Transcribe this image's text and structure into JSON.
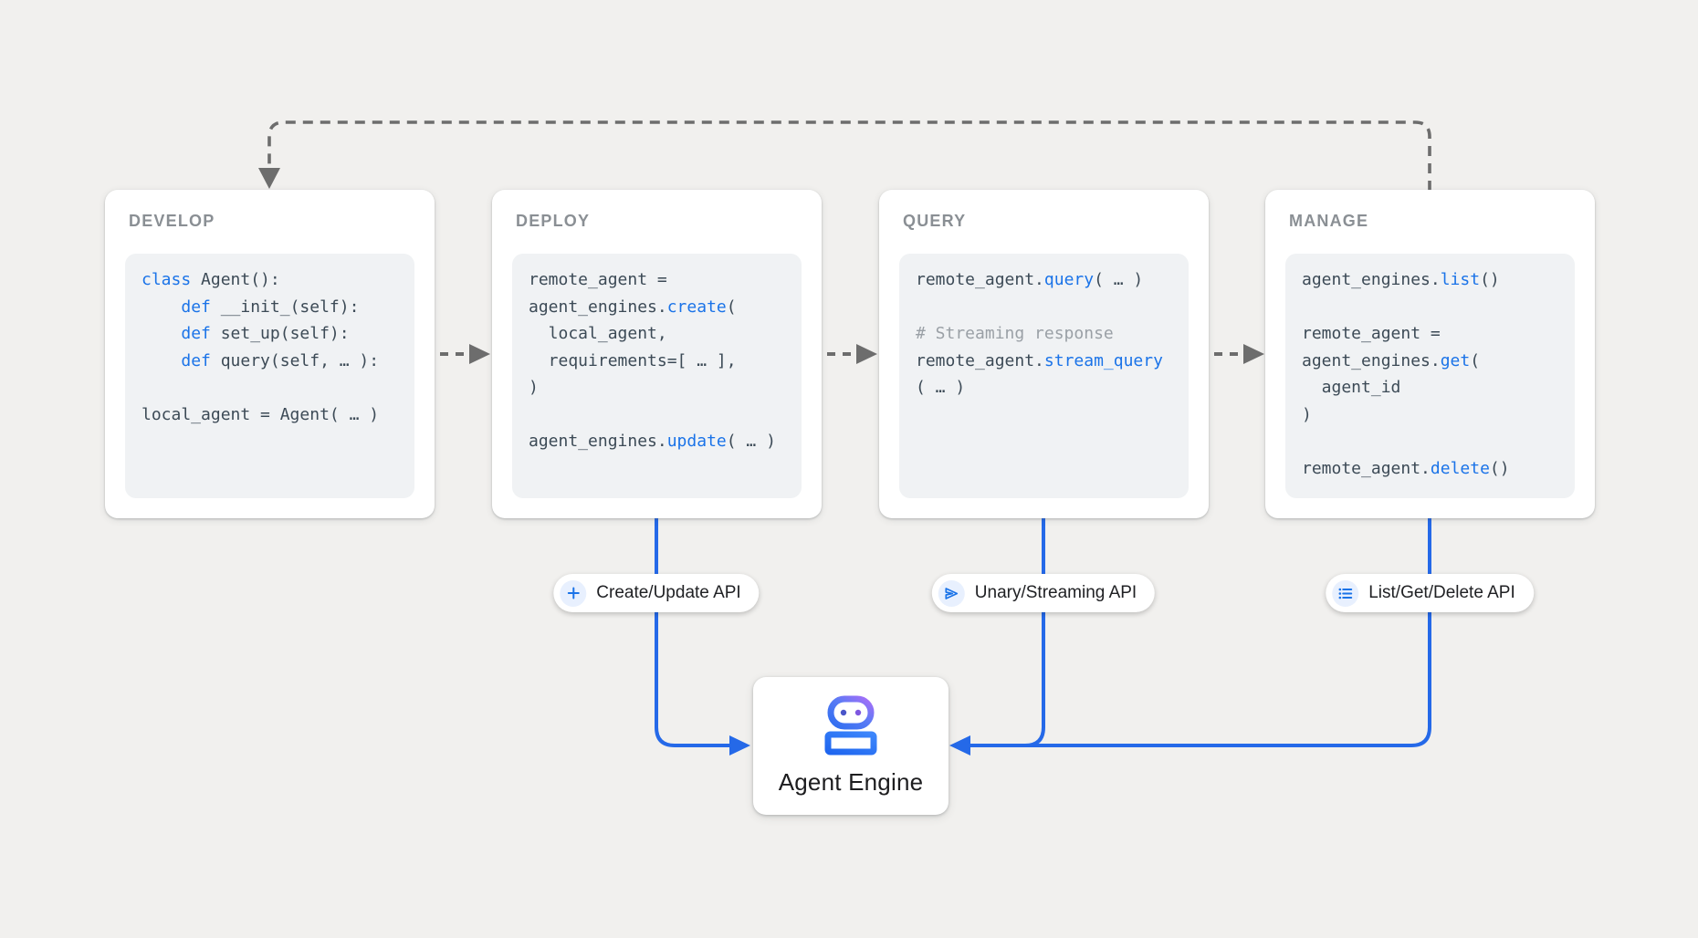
{
  "colors": {
    "background": "#f1f0ee",
    "panel_background": "#ffffff",
    "code_background": "#f0f2f4",
    "code_text": "#3c4a56",
    "keyword_blue": "#1a73e8",
    "comment_gray": "#9aa0a6",
    "panel_title_gray": "#8a8f94",
    "dashed_line_gray": "#6d6d6d",
    "connector_blue": "#2569e8",
    "badge_icon_circle": "#e8f0fe",
    "robot_gradient_start": "#2f6ef0",
    "robot_gradient_end": "#a96ef8"
  },
  "flow": {
    "panels": [
      {
        "id": "develop",
        "title": "DEVELOP",
        "code": [
          [
            {
              "t": "class",
              "k": "kw"
            },
            {
              "t": " Agent():"
            }
          ],
          [
            {
              "t": "    "
            },
            {
              "t": "def",
              "k": "kw"
            },
            {
              "t": " __init_(self):"
            }
          ],
          [
            {
              "t": "    "
            },
            {
              "t": "def",
              "k": "kw"
            },
            {
              "t": " set_up(self):"
            }
          ],
          [
            {
              "t": "    "
            },
            {
              "t": "def",
              "k": "kw"
            },
            {
              "t": " query(self, … ):"
            }
          ],
          [],
          [
            {
              "t": "local_agent = Agent( … )"
            }
          ]
        ]
      },
      {
        "id": "deploy",
        "title": "DEPLOY",
        "code": [
          [
            {
              "t": "remote_agent ="
            }
          ],
          [
            {
              "t": "agent_engines."
            },
            {
              "t": "create",
              "k": "kw"
            },
            {
              "t": "("
            }
          ],
          [
            {
              "t": "  local_agent,"
            }
          ],
          [
            {
              "t": "  requirements=[ … ],"
            }
          ],
          [
            {
              "t": ")"
            }
          ],
          [],
          [
            {
              "t": "agent_engines."
            },
            {
              "t": "update",
              "k": "kw"
            },
            {
              "t": "( … )"
            }
          ]
        ]
      },
      {
        "id": "query",
        "title": "QUERY",
        "code": [
          [
            {
              "t": "remote_agent."
            },
            {
              "t": "query",
              "k": "kw"
            },
            {
              "t": "( … )"
            }
          ],
          [],
          [
            {
              "t": "# Streaming response",
              "k": "comment"
            }
          ],
          [
            {
              "t": "remote_agent."
            },
            {
              "t": "stream_query",
              "k": "kw"
            }
          ],
          [
            {
              "t": "( … )"
            }
          ]
        ]
      },
      {
        "id": "manage",
        "title": "MANAGE",
        "code": [
          [
            {
              "t": "agent_engines."
            },
            {
              "t": "list",
              "k": "kw"
            },
            {
              "t": "()"
            }
          ],
          [],
          [
            {
              "t": "remote_agent ="
            }
          ],
          [
            {
              "t": "agent_engines."
            },
            {
              "t": "get",
              "k": "kw"
            },
            {
              "t": "("
            }
          ],
          [
            {
              "t": "  agent_id"
            }
          ],
          [
            {
              "t": ")"
            }
          ],
          [],
          [
            {
              "t": "remote_agent."
            },
            {
              "t": "delete",
              "k": "kw"
            },
            {
              "t": "()"
            }
          ]
        ]
      }
    ],
    "badges": [
      {
        "icon": "plus-icon",
        "label": "Create/Update API"
      },
      {
        "icon": "send-icon",
        "label": "Unary/Streaming API"
      },
      {
        "icon": "list-icon",
        "label": "List/Get/Delete API"
      }
    ],
    "engine": {
      "icon": "robot-icon",
      "label": "Agent Engine"
    }
  }
}
